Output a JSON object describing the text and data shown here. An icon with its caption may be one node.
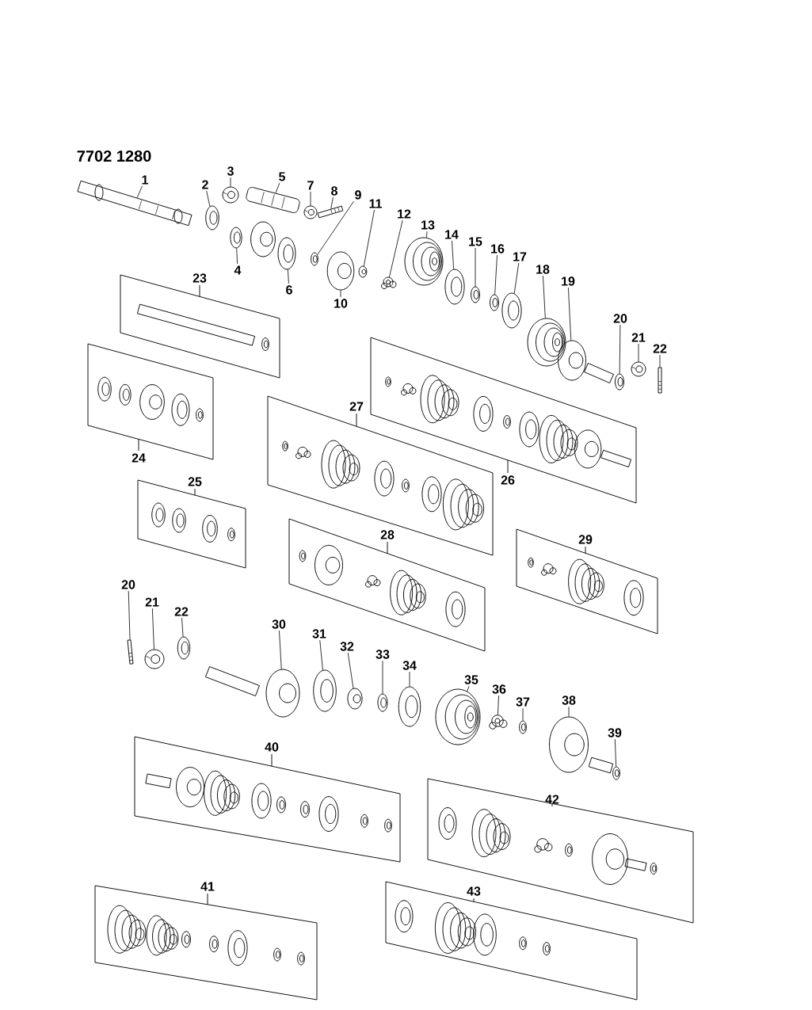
{
  "diagram": {
    "title": "7702 1280",
    "nodes": [
      {
        "text": [
          "1"
        ]
      },
      {
        "text": [
          "2"
        ]
      },
      {
        "text": [
          "3"
        ]
      },
      {
        "text": [
          "4"
        ]
      },
      {
        "text": [
          "5"
        ]
      },
      {
        "text": [
          "6"
        ]
      },
      {
        "text": [
          "7"
        ]
      },
      {
        "text": [
          "8"
        ]
      },
      {
        "text": [
          "9"
        ]
      },
      {
        "text": [
          "10"
        ]
      },
      {
        "text": [
          "11"
        ]
      },
      {
        "text": [
          "12"
        ]
      },
      {
        "text": [
          "13"
        ]
      },
      {
        "text": [
          "14"
        ]
      },
      {
        "text": [
          "15"
        ]
      },
      {
        "text": [
          "16"
        ]
      },
      {
        "text": [
          "17"
        ]
      },
      {
        "text": [
          "18"
        ]
      },
      {
        "text": [
          "19"
        ]
      },
      {
        "text": [
          "20"
        ]
      },
      {
        "text": [
          "21"
        ]
      },
      {
        "text": [
          "22"
        ]
      },
      {
        "text": [
          "23"
        ]
      },
      {
        "text": [
          "24"
        ]
      },
      {
        "text": [
          "25"
        ]
      },
      {
        "text": [
          "26"
        ]
      },
      {
        "text": [
          "27"
        ]
      },
      {
        "text": [
          "28"
        ]
      },
      {
        "text": [
          "29"
        ]
      },
      {
        "text": [
          "20"
        ]
      },
      {
        "text": [
          "21"
        ]
      },
      {
        "text": [
          "22"
        ]
      },
      {
        "text": [
          "30"
        ]
      },
      {
        "text": [
          "31"
        ]
      },
      {
        "text": [
          "32"
        ]
      },
      {
        "text": [
          "33"
        ]
      },
      {
        "text": [
          "34"
        ]
      },
      {
        "text": [
          "35"
        ]
      },
      {
        "text": [
          "36"
        ]
      },
      {
        "text": [
          "37"
        ]
      },
      {
        "text": [
          "38"
        ]
      },
      {
        "text": [
          "39"
        ]
      },
      {
        "text": [
          "40"
        ]
      },
      {
        "text": [
          "41"
        ]
      },
      {
        "text": [
          "42"
        ]
      },
      {
        "text": [
          "43"
        ]
      },
      {
        "text": [],
        "shape": "picture"
      },
      {
        "text": [],
        "shape": "picture"
      },
      {
        "text": [],
        "shape": "picture"
      },
      {
        "text": [],
        "shape": "picture"
      },
      {
        "text": [],
        "shape": "picture"
      },
      {
        "text": [],
        "shape": "picture"
      },
      {
        "text": [],
        "shape": "picture"
      },
      {
        "text": [],
        "shape": "picture"
      },
      {
        "text": [],
        "shape": "picture"
      },
      {
        "text": [],
        "shape": "picture"
      },
      {
        "text": [],
        "shape": "picture"
      },
      {
        "text": [],
        "shape": "picture"
      },
      {
        "text": [],
        "shape": "picture"
      },
      {
        "text": [],
        "shape": "picture"
      },
      {
        "text": [],
        "shape": "picture"
      },
      {
        "text": [],
        "shape": "picture"
      },
      {
        "text": [],
        "shape": "picture"
      },
      {
        "text": [],
        "shape": "picture"
      },
      {
        "text": [],
        "shape": "picture"
      },
      {
        "text": [],
        "shape": "picture"
      },
      {
        "text": [],
        "shape": "picture"
      },
      {
        "text": [],
        "shape": "picture"
      },
      {
        "text": [],
        "shape": "picture"
      },
      {
        "text": [],
        "shape": "picture"
      },
      {
        "text": [],
        "shape": "picture"
      },
      {
        "text": [],
        "shape": "picture"
      },
      {
        "text": [],
        "shape": "picture"
      },
      {
        "text": [],
        "shape": "picture"
      },
      {
        "text": [],
        "shape": "picture"
      },
      {
        "text": [],
        "shape": "picture"
      },
      {
        "text": [],
        "shape": "picture"
      },
      {
        "text": [],
        "shape": "picture"
      },
      {
        "text": [],
        "shape": "picture"
      },
      {
        "text": [],
        "shape": "picture"
      },
      {
        "text": [],
        "shape": "picture"
      }
    ],
    "edges": [
      {
        "from": 0,
        "to": 46,
        "arrow": "none"
      },
      {
        "from": 1,
        "to": 47,
        "arrow": "none"
      },
      {
        "from": 2,
        "to": 48,
        "arrow": "none"
      },
      {
        "from": 3,
        "to": 49,
        "arrow": "none"
      },
      {
        "from": 4,
        "to": 50,
        "arrow": "none"
      },
      {
        "from": 5,
        "to": 51,
        "arrow": "none"
      },
      {
        "from": 6,
        "to": 52,
        "arrow": "none"
      },
      {
        "from": 7,
        "to": 53,
        "arrow": "none"
      },
      {
        "from": 8,
        "to": 54,
        "arrow": "none"
      },
      {
        "from": 9,
        "to": 55,
        "arrow": "none"
      },
      {
        "from": 10,
        "to": 56,
        "arrow": "none"
      },
      {
        "from": 11,
        "to": 57,
        "arrow": "none"
      },
      {
        "from": 12,
        "to": 58,
        "arrow": "none"
      },
      {
        "from": 13,
        "to": 59,
        "arrow": "none"
      },
      {
        "from": 14,
        "to": 60,
        "arrow": "none"
      },
      {
        "from": 15,
        "to": 61,
        "arrow": "none"
      },
      {
        "from": 16,
        "to": 62,
        "arrow": "none"
      },
      {
        "from": 17,
        "to": 63,
        "arrow": "none"
      },
      {
        "from": 18,
        "to": 64,
        "arrow": "none"
      },
      {
        "from": 19,
        "to": 65,
        "arrow": "none"
      },
      {
        "from": 20,
        "to": 66,
        "arrow": "none"
      },
      {
        "from": 21,
        "to": 67,
        "arrow": "none"
      },
      {
        "from": 29,
        "to": 68,
        "arrow": "none"
      },
      {
        "from": 30,
        "to": 69,
        "arrow": "none"
      },
      {
        "from": 31,
        "to": 70,
        "arrow": "none"
      },
      {
        "from": 32,
        "to": 71,
        "arrow": "none"
      },
      {
        "from": 33,
        "to": 72,
        "arrow": "none"
      },
      {
        "from": 34,
        "to": 73,
        "arrow": "none"
      },
      {
        "from": 35,
        "to": 74,
        "arrow": "none"
      },
      {
        "from": 36,
        "to": 75,
        "arrow": "none"
      },
      {
        "from": 37,
        "to": 76,
        "arrow": "none"
      },
      {
        "from": 38,
        "to": 77,
        "arrow": "none"
      },
      {
        "from": 39,
        "to": 78,
        "arrow": "none"
      },
      {
        "from": 40,
        "to": 79,
        "arrow": "none"
      },
      {
        "from": 41,
        "to": 80,
        "arrow": "none"
      }
    ]
  }
}
